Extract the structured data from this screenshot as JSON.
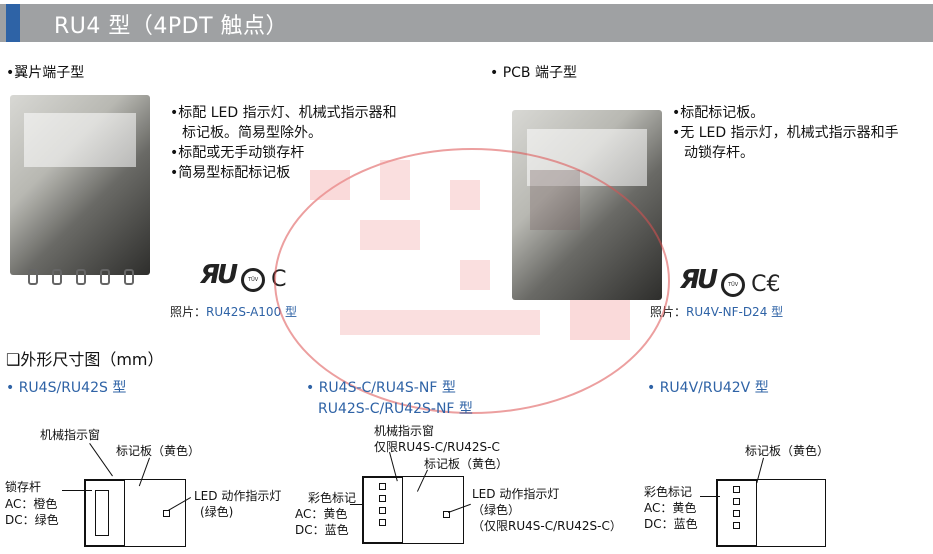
{
  "header": {
    "title": "RU4 型（4PDT 触点）"
  },
  "left": {
    "section": "•翼片端子型",
    "bullets": [
      "•标配 LED 指示灯、机械式指示器和",
      "标记板。简易型除外。",
      "•标配或无手动锁存杆",
      "•简易型标配标记板"
    ],
    "photo_label": "照片：",
    "photo_model": "RU42S-A100 型"
  },
  "right": {
    "section": "• PCB 端子型",
    "bullets": [
      "•标配标记板。",
      "•无 LED 指示灯，机械式指示器和手",
      "动锁存杆。"
    ],
    "photo_label": "照片：",
    "photo_model": "RU4V-NF-D24 型"
  },
  "dimensions": {
    "title": "❑外形尺寸图（mm）",
    "col1": {
      "model": "• RU4S/RU42S 型",
      "mech": "机械指示窗",
      "plate": "标记板（黄色）",
      "lock": "锁存杆",
      "ac": "AC：橙色",
      "dc": "DC：绿色",
      "led1": "LED 动作指示灯",
      "led2": "(绿色)"
    },
    "col2": {
      "model1": "• RU4S-C/RU4S-NF 型",
      "model2": "RU42S-C/RU42S-NF 型",
      "mech": "机械指示窗",
      "only": "仅限RU4S-C/RU42S-C",
      "plate": "标记板（黄色）",
      "color": "彩色标记",
      "ac": "AC：黄色",
      "dc": "DC：蓝色",
      "led1": "LED 动作指示灯",
      "led2": "（绿色）",
      "led3": "（仅限RU4S-C/RU42S-C）"
    },
    "col3": {
      "model": "• RU4V/RU42V 型",
      "plate": "标记板（黄色）",
      "color": "彩色标记",
      "ac": "AC：黄色",
      "dc": "DC：蓝色"
    }
  },
  "colors": {
    "accent": "#2e63a6",
    "header_bg": "#9fa1a3",
    "stamp": "#dc5050"
  }
}
